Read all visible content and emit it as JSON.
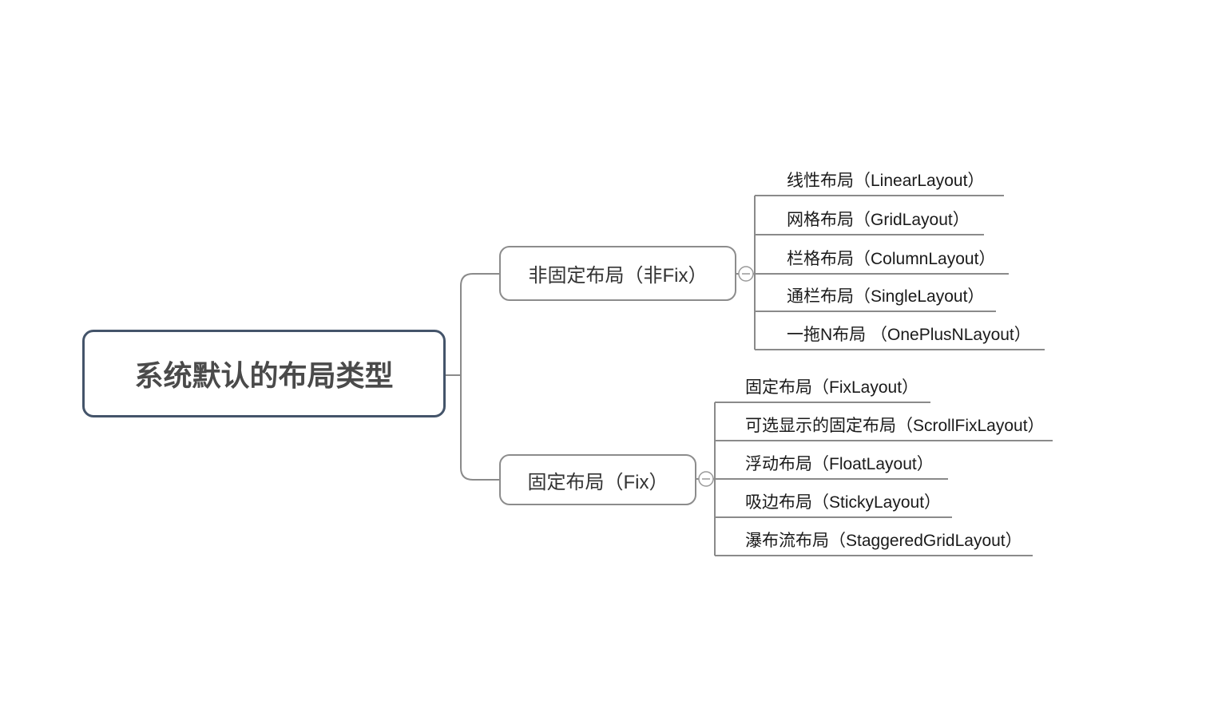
{
  "diagram": {
    "type": "mindmap",
    "root": {
      "label": "系统默认的布局类型"
    },
    "branches": [
      {
        "label": "非固定布局（非Fix）",
        "collapse_icon": "minus-circle",
        "children": [
          "线性布局（LinearLayout）",
          "网格布局（GridLayout）",
          "栏格布局（ColumnLayout）",
          "通栏布局（SingleLayout）",
          "一拖N布局 （OnePlusNLayout）"
        ]
      },
      {
        "label": "固定布局（Fix）",
        "collapse_icon": "minus-circle",
        "children": [
          "固定布局（FixLayout）",
          "可选显示的固定布局（ScrollFixLayout）",
          "浮动布局（FloatLayout）",
          "吸边布局（StickyLayout）",
          "瀑布流布局（StaggeredGridLayout）"
        ]
      }
    ],
    "colors": {
      "background": "#ffffff",
      "root_border": "#44546a",
      "root_text": "#4a4a4a",
      "branch_border": "#8c8c8c",
      "branch_text": "#333333",
      "leaf_text": "#1a1a1a",
      "connector_line": "#8a8a8a",
      "collapse_icon_stroke": "#999999"
    }
  }
}
